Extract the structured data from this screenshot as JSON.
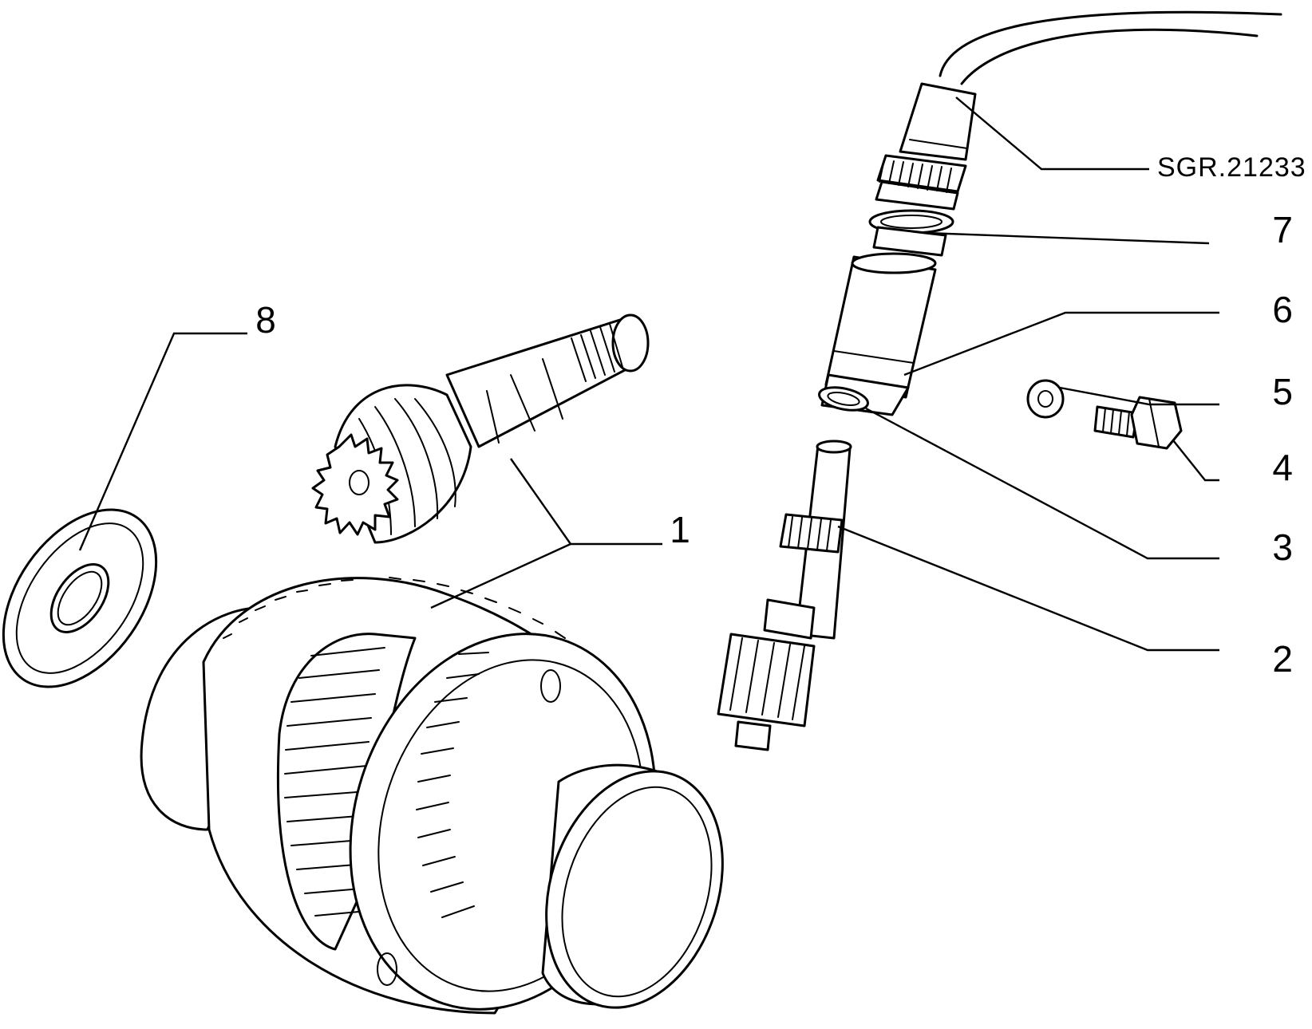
{
  "drawing_code": "SGR.21233",
  "callouts": [
    {
      "id": "1",
      "label": "1"
    },
    {
      "id": "2",
      "label": "2"
    },
    {
      "id": "3",
      "label": "3"
    },
    {
      "id": "4",
      "label": "4"
    },
    {
      "id": "5",
      "label": "5"
    },
    {
      "id": "6",
      "label": "6"
    },
    {
      "id": "7",
      "label": "7"
    },
    {
      "id": "8",
      "label": "8"
    }
  ],
  "colors": {
    "ink": "#000000",
    "paper": "#ffffff"
  }
}
